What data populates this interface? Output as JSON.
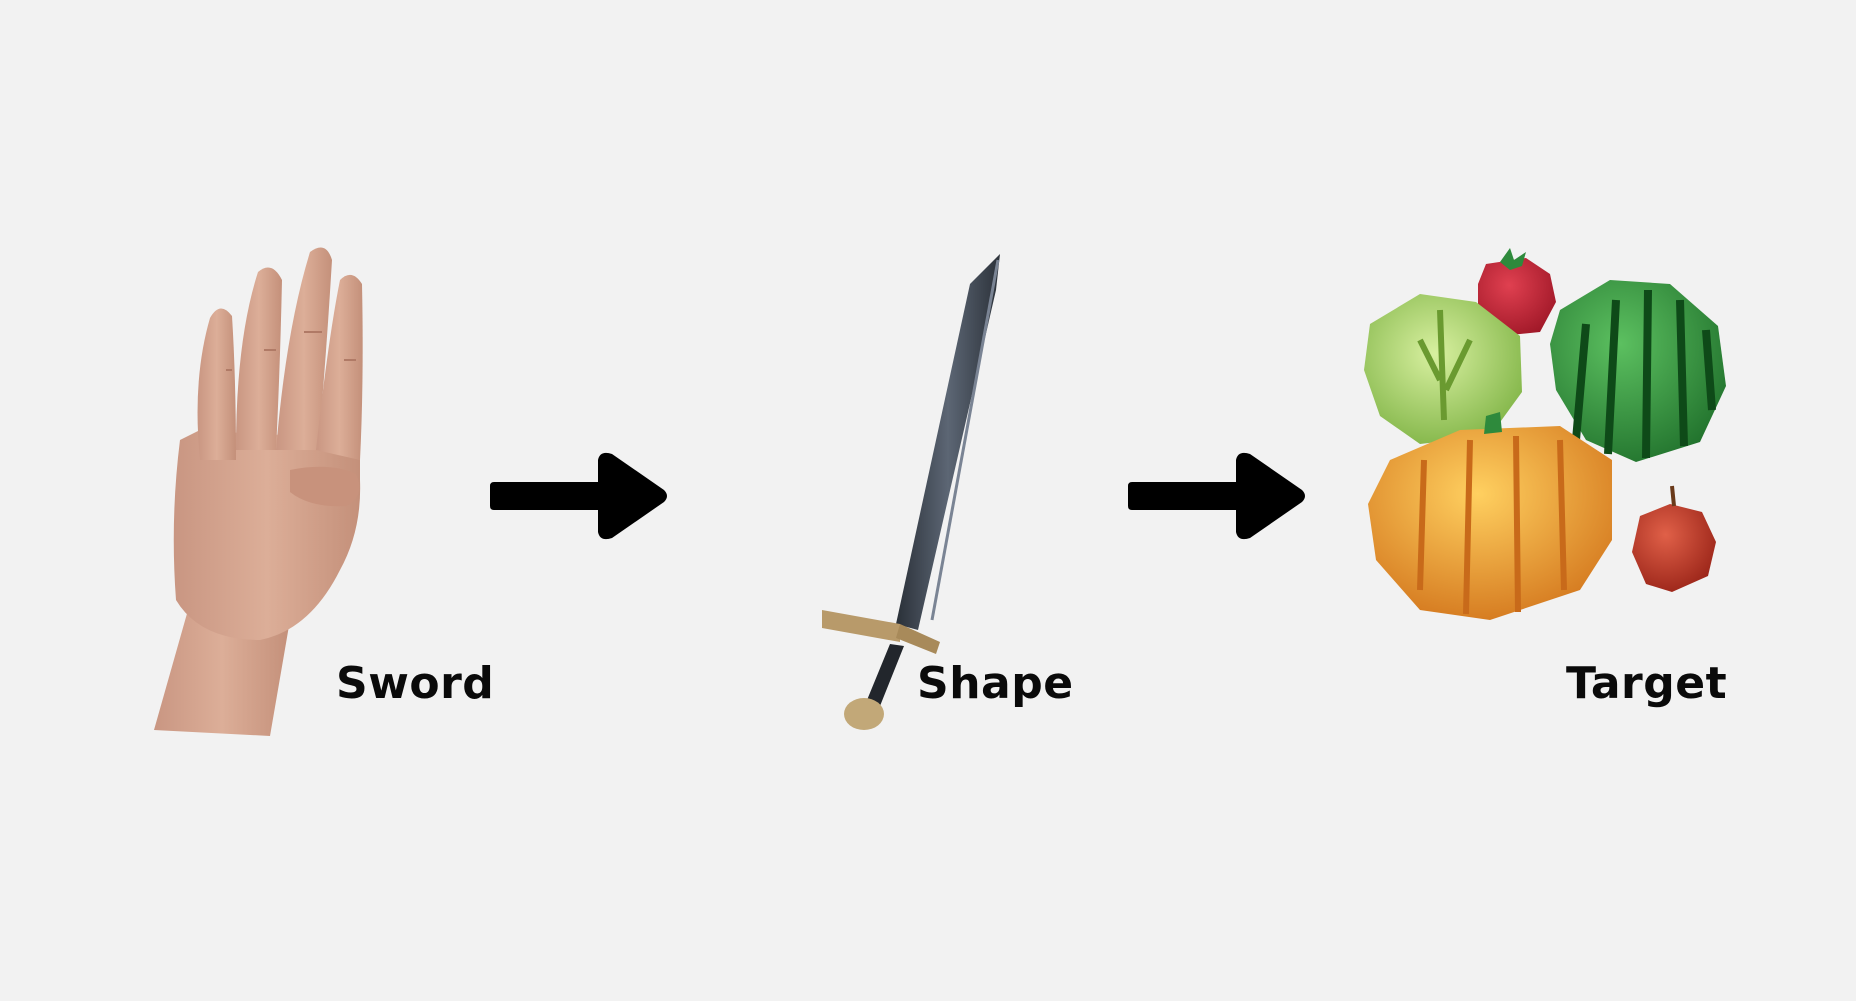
{
  "steps": [
    {
      "label": "Sword",
      "icon": "hand-three-fingers-icon"
    },
    {
      "label": "Shape",
      "icon": "sword-icon"
    },
    {
      "label": "Target",
      "icon": "fruit-pile-icon"
    }
  ],
  "connectors": [
    "arrow-right-icon",
    "arrow-right-icon"
  ],
  "colors": {
    "background": "#f2f2f2",
    "text": "#0a0a0a",
    "arrow": "#000000",
    "skin": "#d8a892",
    "blade": "#3c4350",
    "hilt": "#b89a6a",
    "tomato": "#c8263a",
    "cabbage": "#a8d86a",
    "watermelon": "#2e8a3c",
    "pumpkin": "#f0a030",
    "apple": "#c0362a"
  }
}
